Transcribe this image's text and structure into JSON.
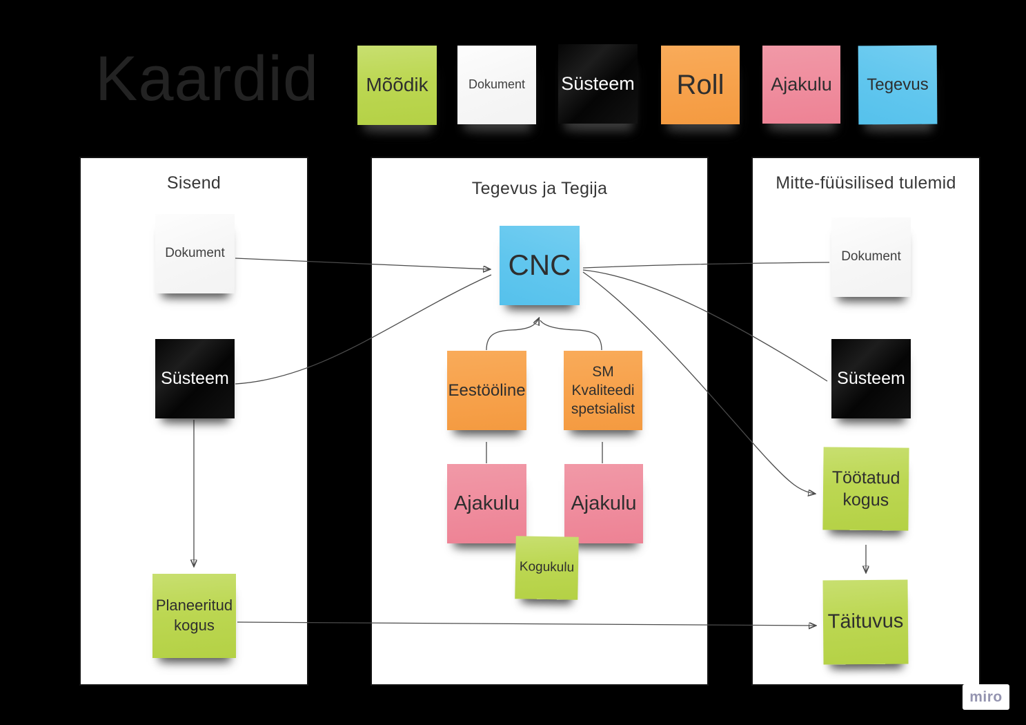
{
  "title": "Kaardid",
  "watermark": {
    "label": "miro"
  },
  "colors": {
    "canvas_bg": "#000000",
    "frame_bg": "#ffffff",
    "note_green": "#bcd752",
    "note_white": "#f6f6f6",
    "note_black": "#0b0b0b",
    "note_orange": "#f7a24c",
    "note_pink": "#ef8c9d",
    "note_blue": "#60c6ee",
    "connector": "#4b4b4b",
    "text_dark": "#2e2e2e",
    "text_light": "#ffffff"
  },
  "legend": {
    "items": [
      {
        "label": "Mõõdik",
        "type": "green"
      },
      {
        "label": "Dokument",
        "type": "white"
      },
      {
        "label": "Süsteem",
        "type": "black"
      },
      {
        "label": "Roll",
        "type": "orange"
      },
      {
        "label": "Ajakulu",
        "type": "pink"
      },
      {
        "label": "Tegevus",
        "type": "blue"
      }
    ]
  },
  "panels": {
    "sisend": {
      "title": "Sisend",
      "notes": {
        "dokument": {
          "label": "Dokument"
        },
        "susteem": {
          "label": "Süsteem"
        },
        "planeeritud": {
          "label": "Planeeritud kogus"
        }
      }
    },
    "tegevus": {
      "title": "Tegevus ja Tegija",
      "notes": {
        "cnc": {
          "label": "CNC"
        },
        "eestooline": {
          "label": "Eestööline"
        },
        "sm": {
          "label": "SM Kvaliteedi spetsialist"
        },
        "ajakulu1": {
          "label": "Ajakulu"
        },
        "ajakulu2": {
          "label": "Ajakulu"
        },
        "kogukulu": {
          "label": "Kogukulu"
        }
      }
    },
    "tulemid": {
      "title": "Mitte-füüsilised tulemid",
      "notes": {
        "dokument": {
          "label": "Dokument"
        },
        "susteem": {
          "label": "Süsteem"
        },
        "tootatud": {
          "label": "Töötatud kogus"
        },
        "taituvus": {
          "label": "Täituvus"
        }
      }
    }
  }
}
